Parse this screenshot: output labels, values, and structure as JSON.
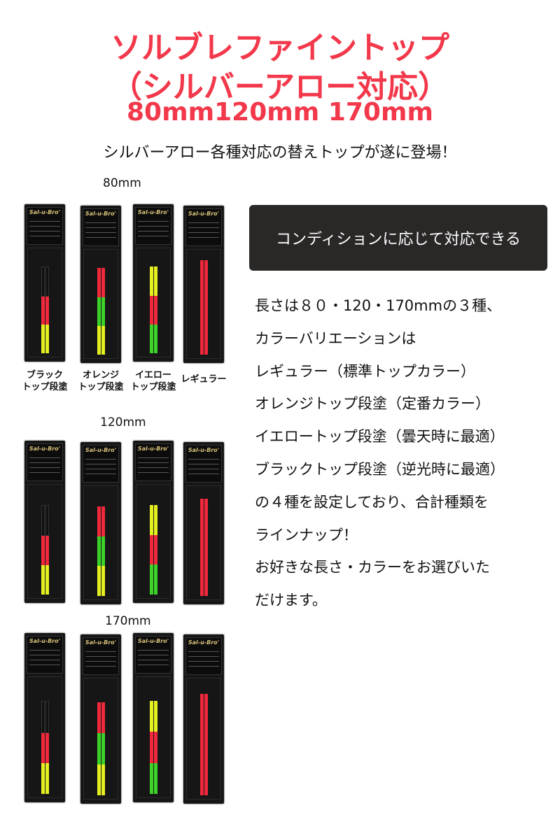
{
  "header": {
    "title_line1": "ソルブレファイントップ",
    "title_line2": "（シルバーアロー対応）",
    "title_line3": "80mm120mm 170mm",
    "lead": "シルバーアロー各種対応の替えトップが遂に登場！"
  },
  "brand_logo": "Sal-u-Bro'",
  "colors": {
    "title": "#f2384a",
    "black": "#111111",
    "red": "#f0283c",
    "yellow": "#e6f020",
    "green": "#3cd22a"
  },
  "groups": [
    {
      "label": "80mm",
      "packages": [
        {
          "caption": "ブラック\nトップ段塗",
          "segments": [
            "black",
            "red",
            "yellow"
          ]
        },
        {
          "caption": "オレンジ\nトップ段塗",
          "segments": [
            "red",
            "green",
            "yellow"
          ]
        },
        {
          "caption": "イエロー\nトップ段塗",
          "segments": [
            "yellow",
            "red",
            "green"
          ]
        },
        {
          "caption": "レギュラー",
          "segments": [
            "red"
          ]
        }
      ]
    },
    {
      "label": "120mm",
      "packages": [
        {
          "segments": [
            "black",
            "red",
            "yellow"
          ]
        },
        {
          "segments": [
            "red",
            "green",
            "yellow"
          ]
        },
        {
          "segments": [
            "yellow",
            "red",
            "green"
          ]
        },
        {
          "segments": [
            "red"
          ]
        }
      ]
    },
    {
      "label": "170mm",
      "packages": [
        {
          "segments": [
            "black",
            "red",
            "yellow"
          ]
        },
        {
          "segments": [
            "red",
            "green",
            "yellow"
          ]
        },
        {
          "segments": [
            "yellow",
            "red",
            "green"
          ]
        },
        {
          "segments": [
            "red"
          ]
        }
      ]
    }
  ],
  "condition_box": "コンディションに応じて対応できる",
  "description": [
    "長さは８０・120・170mmの３種、",
    "カラーバリエーションは",
    "レギュラー（標準トップカラー）",
    "オレンジトップ段塗（定番カラー）",
    "イエロートップ段塗（曇天時に最適）",
    "ブラックトップ段塗（逆光時に最適）",
    "の４種を設定しており、合計種類を",
    "ラインナップ！",
    "お好きな長さ・カラーをお選びいた",
    "だけます。"
  ]
}
